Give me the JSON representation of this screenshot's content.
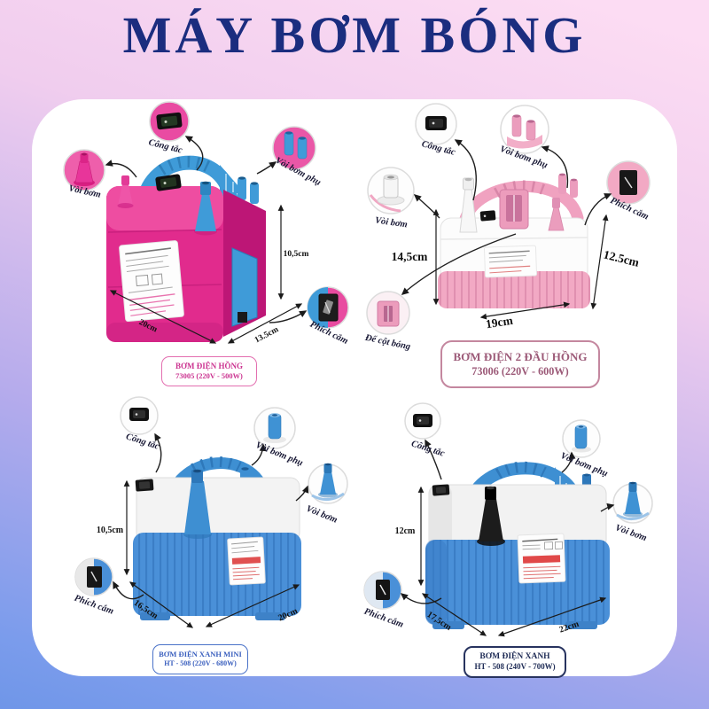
{
  "title": "MÁY BƠM BÓNG",
  "callout_labels": {
    "switch": "Công tắc",
    "pump_nozzle": "Vòi bơm",
    "aux_nozzle": "Vòi bơm phụ",
    "plug": "Phích cắm",
    "balloon_tie_base": "Đế cột bóng"
  },
  "products": [
    {
      "name": "BƠM ĐIỆN HỒNG",
      "spec": "73005 (220V - 500W)",
      "dims": {
        "height": "10,5cm",
        "width": "20cm",
        "depth": "13.5cm"
      }
    },
    {
      "name": "BƠM ĐIỆN 2 ĐẦU HỒNG",
      "spec": "73006 (220V - 600W)",
      "dims": {
        "height": "14,5cm",
        "width": "19cm",
        "depth": "12.5cm"
      }
    },
    {
      "name": "BƠM ĐIỆN XANH MINI",
      "spec": "HT - 508 (220V - 680W)",
      "dims": {
        "height": "10,5cm",
        "width": "20cm",
        "depth": "16,5cm"
      }
    },
    {
      "name": "BƠM ĐIỆN XANH",
      "spec": "HT - 508 (240V - 700W)",
      "dims": {
        "height": "12cm",
        "width": "22cm",
        "depth": "17,5cm"
      }
    }
  ],
  "colors": {
    "title": "#1b2d7f",
    "background_pink": "#fcdcf3",
    "background_blue": "#6f96e8",
    "panel": "#ffffff",
    "pump_magenta": "#e12b8d",
    "pump_light_pink": "#f2a9c4",
    "pump_blue": "#4a90d8",
    "handle_blue": "#3f9bd8"
  }
}
